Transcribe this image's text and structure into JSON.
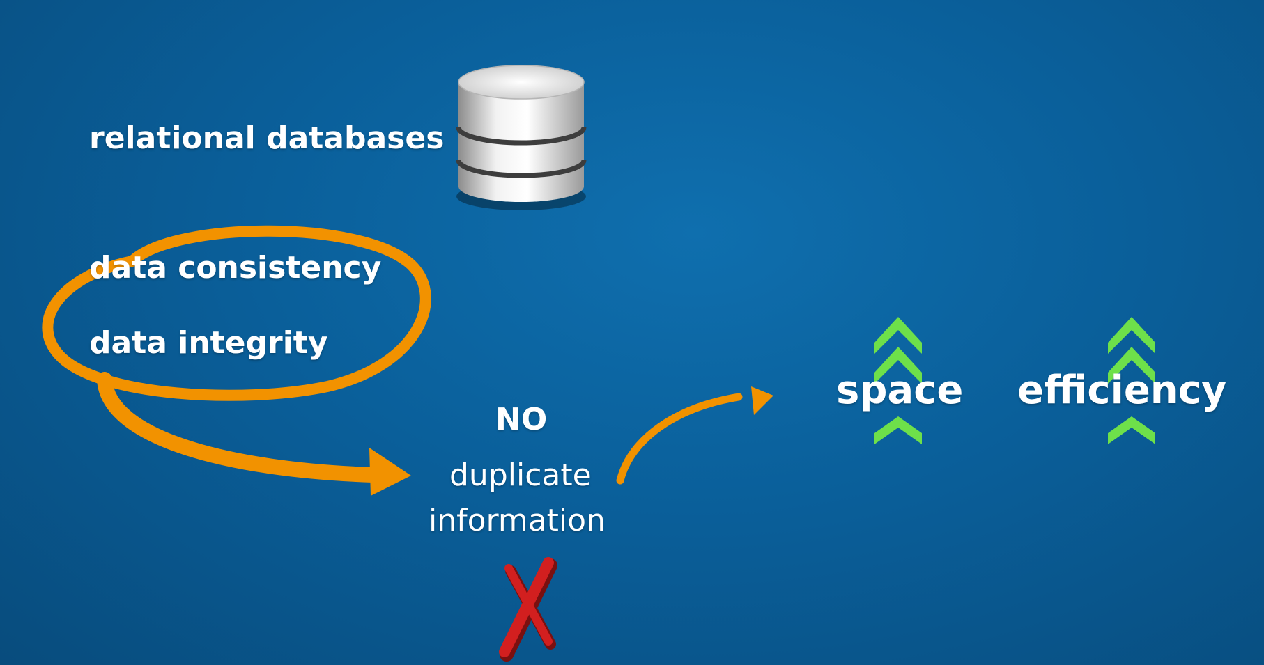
{
  "text": {
    "relational": "relational databases",
    "consistency": "data consistency",
    "integrity": "data integrity",
    "no": "NO",
    "duplicate": "duplicate",
    "information": "information",
    "space": "space",
    "efficiency": "efficiency"
  },
  "icons": {
    "database": "database-icon",
    "increase_space": "chevrons-up-icon",
    "increase_efficiency": "chevrons-up-icon",
    "cross": "red-x-icon"
  },
  "colors": {
    "background": "#0a5f9a",
    "accent_orange": "#f29200",
    "chevron_green": "#6ee04a",
    "cross_red": "#c91c1c",
    "text": "#ffffff"
  }
}
